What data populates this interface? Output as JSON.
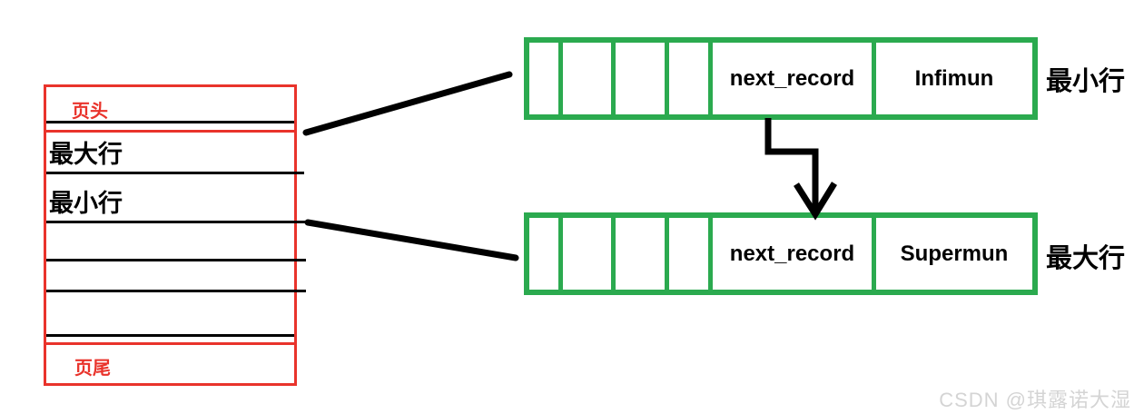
{
  "diagram": {
    "page_table": {
      "header_label": "页头",
      "max_row_label": "最大行",
      "min_row_label": "最小行",
      "footer_label": "页尾"
    },
    "records": [
      {
        "field_label": "next_record",
        "value_label": "Infimun",
        "side_label": "最小行"
      },
      {
        "field_label": "next_record",
        "value_label": "Supermun",
        "side_label": "最大行"
      }
    ]
  },
  "watermark": "CSDN @琪露诺大湿",
  "colors": {
    "record_border_green": "#2baa4f",
    "table_border_red": "#e9332b",
    "line_black": "#000000",
    "watermark_gray": "#d4d4d4"
  }
}
